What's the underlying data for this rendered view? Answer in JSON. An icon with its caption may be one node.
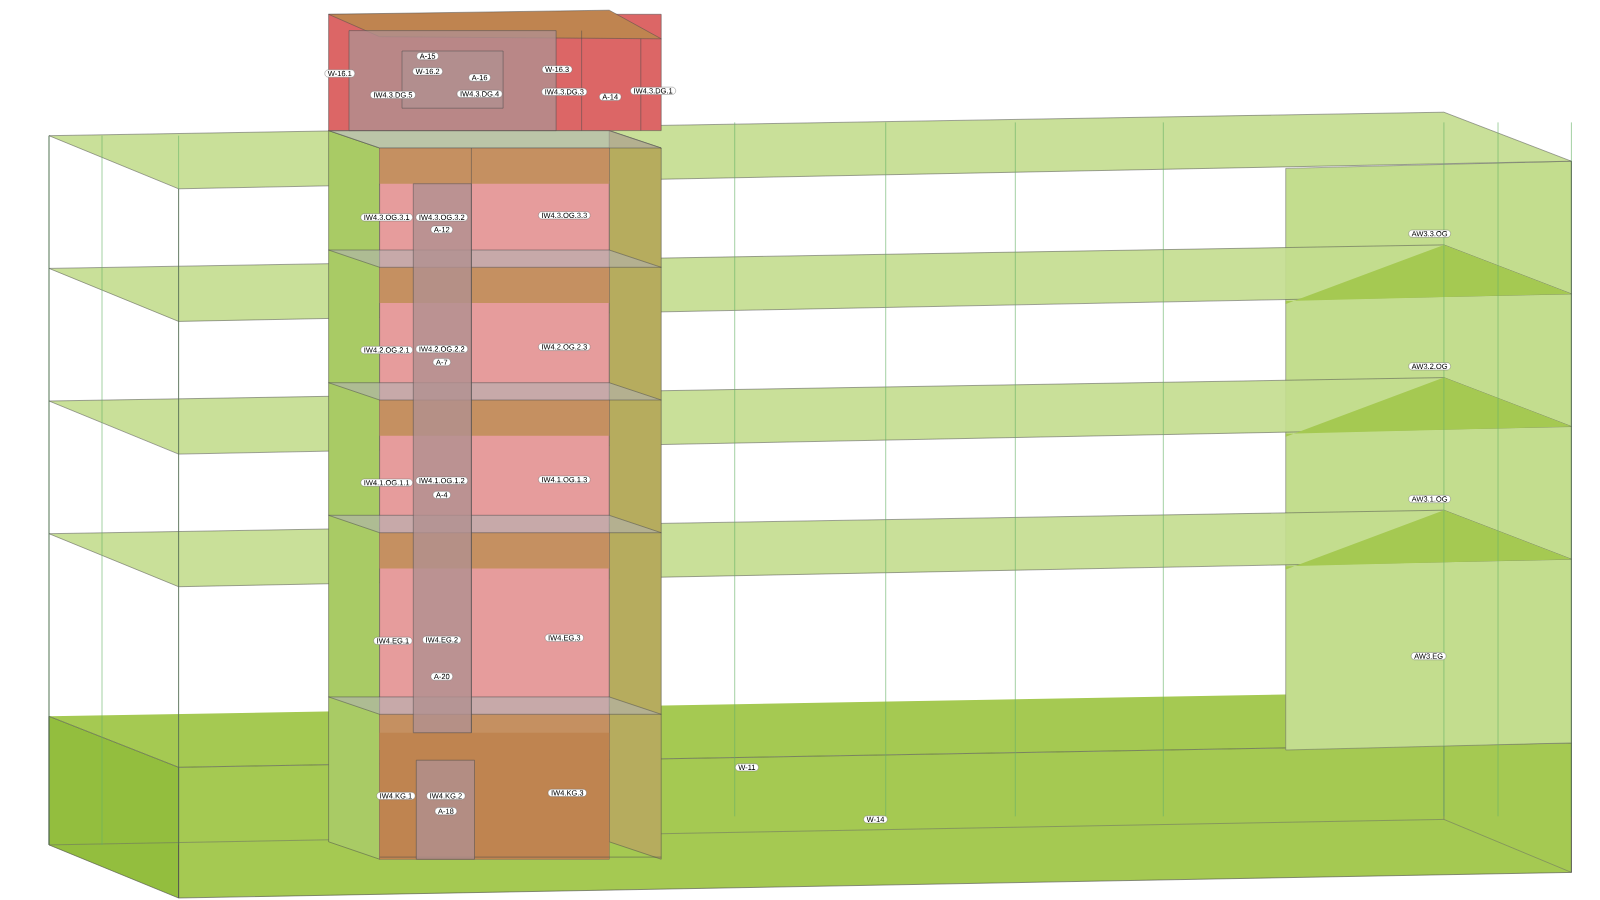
{
  "diagram": {
    "labels": [
      "A-15",
      "W-16.1",
      "W-16.2",
      "A-16",
      "W-16.3",
      "IW4.3.DG.5",
      "IW4.3.DG.4",
      "IW4.3.DG.3",
      "A-14",
      "IW4.3.DG.1",
      "IW4.3.OG.3.1",
      "IW4.3.OG.3.2",
      "IW4.3.OG.3.3",
      "A-12",
      "IW4.2.OG.2.1",
      "IW4.2.OG.2.2",
      "IW4.2.OG.2.3",
      "A-7",
      "IW4.1.OG.1.1",
      "IW4.1.OG.1.2",
      "IW4.1.OG.1.3",
      "A-4",
      "IW4.EG.1",
      "IW4.EG.2",
      "IW4.EG.3",
      "A-20",
      "W-11",
      "IW4.KG.1",
      "IW4.KG.2",
      "IW4.KG.3",
      "A-18",
      "W-14",
      "AW3.3.OG",
      "AW3.2.OG",
      "AW3.1.OG",
      "AW3.EG"
    ]
  }
}
